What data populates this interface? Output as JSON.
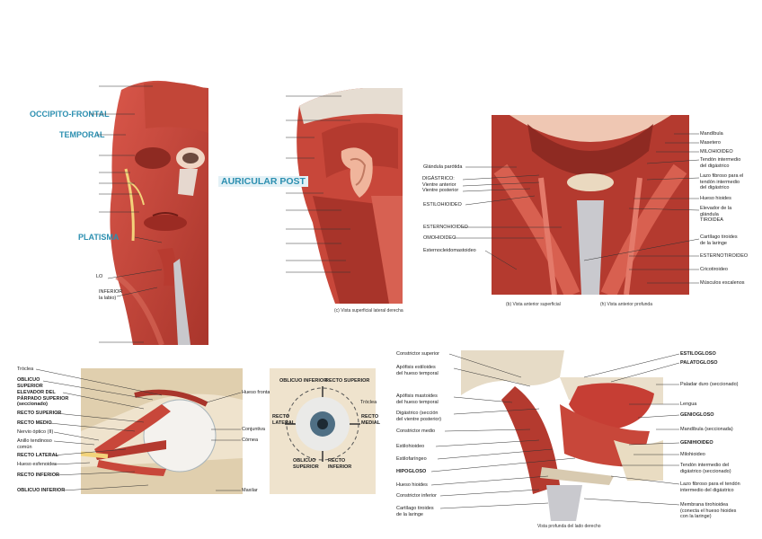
{
  "panel1": {
    "highlight_labels": [
      "OCCIPITO-FRONTAL",
      "TEMPORAL",
      "PLATISMA"
    ],
    "labels": [
      "LO",
      "INFERIOR\nla labio)"
    ]
  },
  "panel2": {
    "highlight_label": "AURICULAR POST",
    "caption": "(c) Vista superficial lateral derecha"
  },
  "panel3": {
    "left_labels": [
      "Glándula parótida",
      "DIGÁSTRICO:\n Vientre anterior\n Vientre posterior",
      "ESTILOHIOIDEO",
      "ESTERNOHIOIDEO",
      "OMOHIOIDEO",
      "Esternocleidomastoideo"
    ],
    "right_labels": [
      "Mandíbula",
      "Masetero",
      "MILOHIOIDEO",
      "Tendón intermedio\ndel digástrico",
      "Lazo fibroso para el\ntendón intermedio\ndel digástrico",
      "Hueso hioides",
      "Elevador de la\nglándula\nTIROIDEA",
      "Cartílago tiroides\nde la laringe",
      "ESTERNOTIROIDEO",
      "Cricotiroideo",
      "Músculos escalenos"
    ],
    "captions": [
      "(b) Vista anterior superficial",
      "(h) Vista anterior profunda"
    ]
  },
  "panel4": {
    "labels": [
      "Tróclea",
      "OBLICUO\nSUPERIOR",
      "ELEVADOR DEL\nPÁRPADO SUPERIOR\n(seccionado)",
      "RECTO SUPERIOR",
      "RECTO MEDIO",
      "Nervio óptico (II)",
      "Anillo tendinoso\ncomún",
      "RECTO LATERAL",
      "Hueso esfenoides",
      "RECTO INFERIOR",
      "OBLICUO INFERIOR"
    ],
    "right_labels": [
      "Hueso frontal",
      "Conjuntiva",
      "Córnea",
      "Maxilar"
    ]
  },
  "panel5": {
    "labels": [
      "OBLICUO INFERIOR",
      "RECTO SUPERIOR",
      "Tróclea",
      "RECTO\nLATERAL",
      "RECTO\nMEDIAL",
      "OBLICUO\nSUPERIOR",
      "RECTO\nINFERIOR"
    ]
  },
  "panel6": {
    "left_labels": [
      "Constrictor superior",
      "Apófisis estiloides\ndel hueso temporal",
      "Apófisis mastoides\ndel hueso temporal",
      "Digástrico (sección\ndel vientre posterior)",
      "Constrictor medio",
      "Estilohioideo",
      "Estilofaríngeo",
      "HIPOGLOSO",
      "Hueso hioides",
      "Constrictor inferior",
      "Cartílago tiroides\nde la laringe"
    ],
    "right_labels": [
      "ESTILOGLOSO",
      "PALATOGLOSO",
      "Paladar duro (seccionado)",
      "Lengua",
      "GENIOGLOSO",
      "Mandíbula (seccionada)",
      "GENIHIOIDEO",
      "Milohioideo",
      "Tendón intermedio del\ndigástrico (seccionado)",
      "Lazo fibroso para el tendón\nintermedio del digástrico",
      "Membrana tirohioidea\n(conecta el hueso hioides\ncon la laringe)"
    ],
    "caption": "Vista profunda del lado derecho"
  },
  "colors": {
    "highlight": "#2c8fb0",
    "muscle": "#c8473a",
    "muscle_dark": "#9e2f25",
    "bone": "#e9dcc2",
    "skin": "#f2c7b0"
  }
}
